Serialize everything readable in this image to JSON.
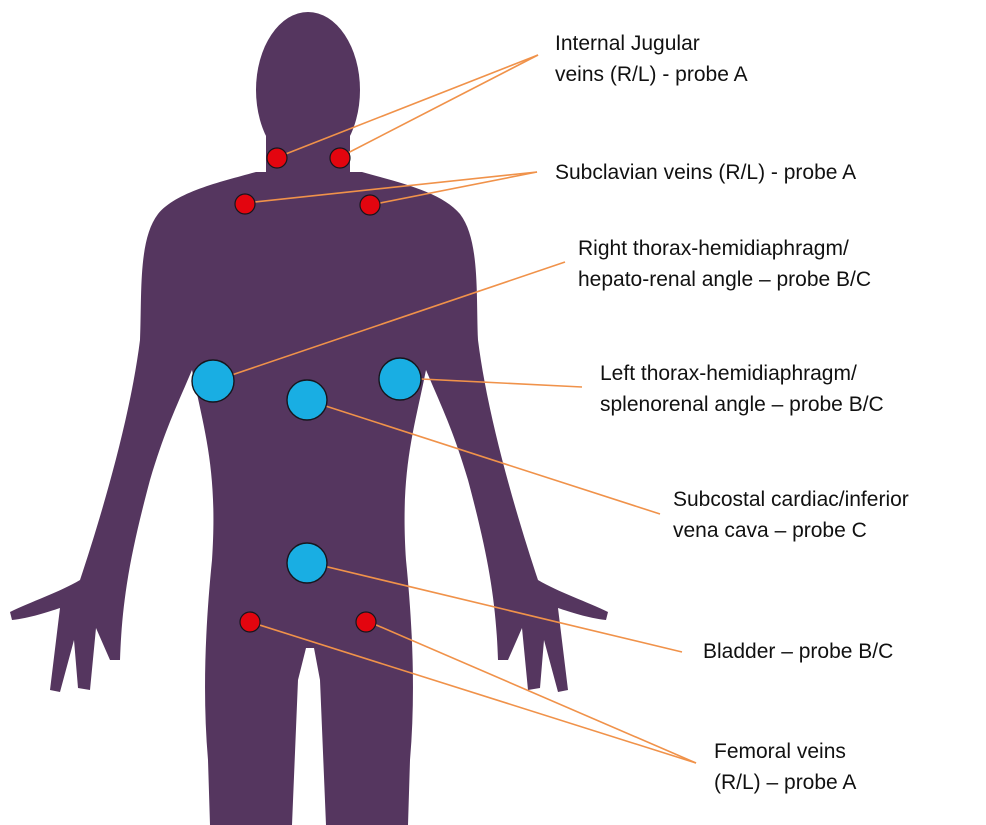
{
  "colors": {
    "silhouette": "#55365f",
    "leader_line": "#f0924a",
    "small_marker": "#e3050f",
    "large_marker": "#19aee3",
    "marker_outline": "#16161d"
  },
  "labels": {
    "internal_jugular": [
      "Internal Jugular",
      "veins (R/L) - probe A"
    ],
    "subclavian": [
      "Subclavian veins (R/L) - probe A"
    ],
    "right_thorax": [
      "Right thorax-hemidiaphragm/",
      "hepato-renal angle – probe B/C"
    ],
    "left_thorax": [
      "Left thorax-hemidiaphragm/",
      "splenorenal angle – probe B/C"
    ],
    "subcostal": [
      "Subcostal cardiac/inferior",
      "vena cava – probe C"
    ],
    "bladder": [
      "Bladder – probe B/C"
    ],
    "femoral": [
      "Femoral veins",
      "(R/L) – probe A"
    ]
  }
}
